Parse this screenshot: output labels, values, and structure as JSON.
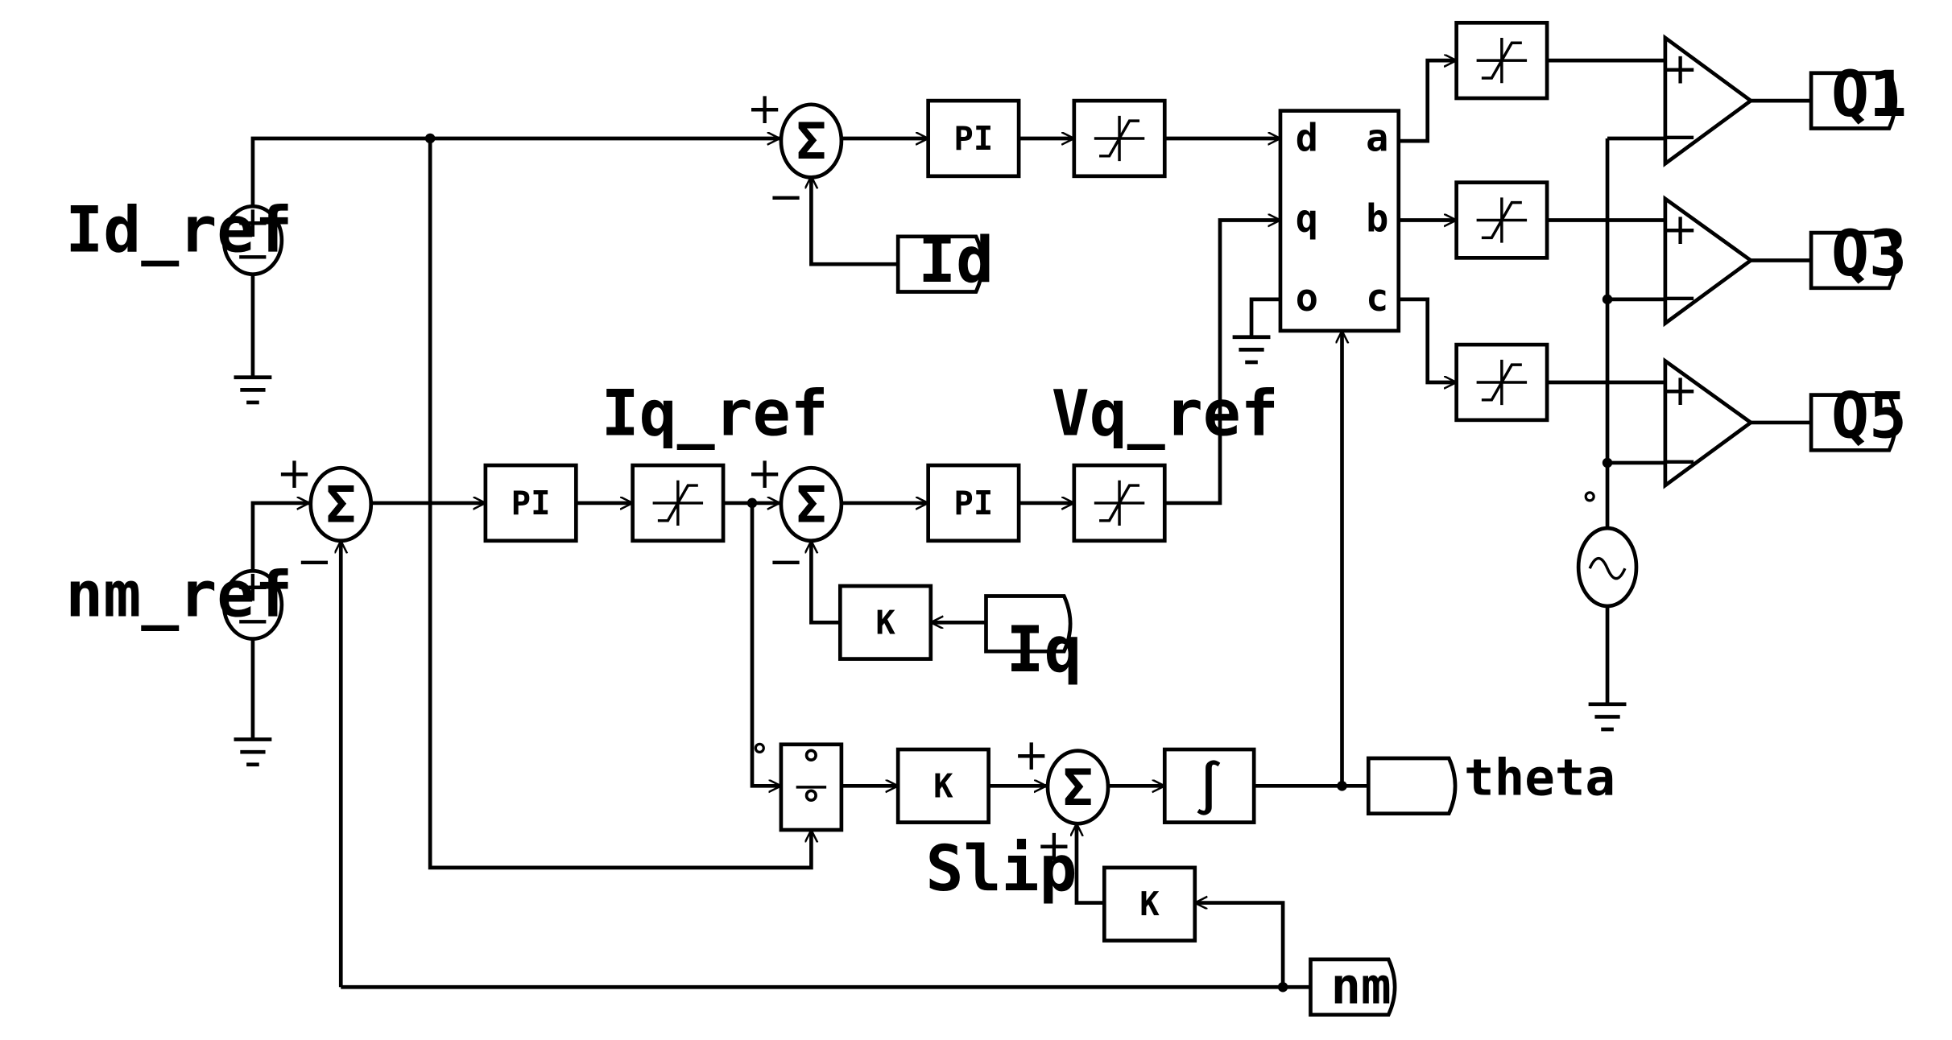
{
  "labels": {
    "id_ref": "Id_ref",
    "nm_ref": "nm_ref",
    "iq_ref": "Iq_ref",
    "vq_ref": "Vq_ref",
    "slip": "Slip",
    "theta": "theta"
  },
  "terminals": {
    "id": "Id",
    "iq": "Iq",
    "nm": "nm",
    "q1": "Q1",
    "q3": "Q3",
    "q5": "Q5"
  },
  "blocks": {
    "pi": "PI",
    "k": "K"
  },
  "dqo": {
    "d": "d",
    "q": "q",
    "o": "o",
    "a": "a",
    "b": "b",
    "c": "c"
  },
  "symbols": {
    "sum": "Σ",
    "plus": "+",
    "minus": "−",
    "integral": "∫",
    "degree": "°"
  }
}
